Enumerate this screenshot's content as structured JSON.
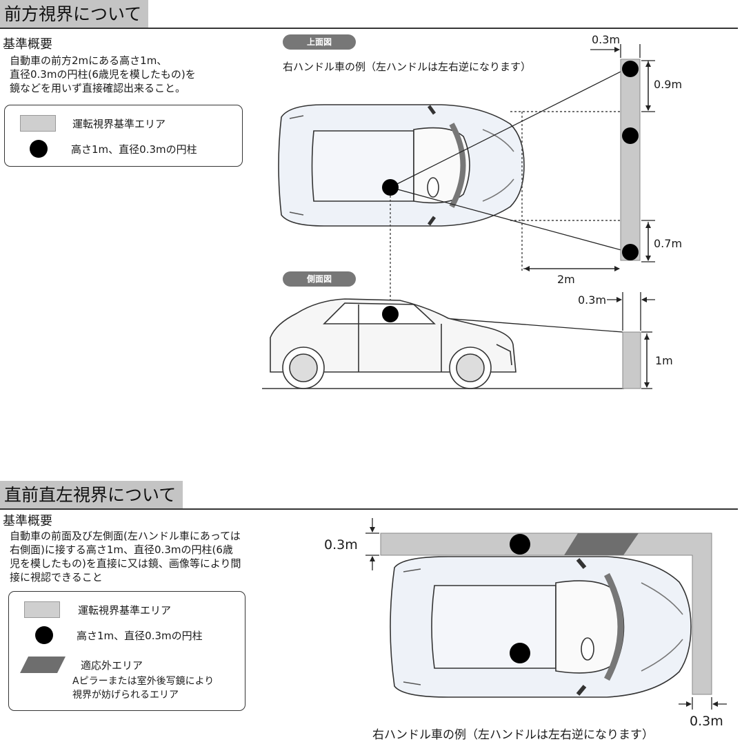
{
  "section1": {
    "title": "前方視界について",
    "subtitle": "基準概要",
    "description": "自動車の前方2mにある高さ1m、\n直径0.3mの円柱(6歳児を模したもの)を\n鏡などを用いず直接確認出来ること。",
    "legend": {
      "area_label": "運転視界基準エリア",
      "pole_label": "高さ1m、直径0.3mの円柱"
    },
    "top_view_badge": "上面図",
    "side_view_badge": "側面図",
    "caption": "右ハンドル車の例（左ハンドルは左右逆になります）",
    "dims": {
      "width_top": "0.3m",
      "upper_offset": "0.9m",
      "lower_offset": "0.7m",
      "distance": "2m",
      "width_side": "0.3m",
      "height": "1m"
    }
  },
  "section2": {
    "title": "直前直左視界について",
    "subtitle": "基準概要",
    "description": "自動車の前面及び左側面(左ハンドル車にあっては\n右側面)に接する高さ1m、直径0.3mの円柱(6歳\n児を模したもの)を直接に又は鏡、画像等により間\n接に視認できること",
    "legend": {
      "area_label": "運転視界基準エリア",
      "pole_label": "高さ1m、直径0.3mの円柱",
      "excluded_label": "適応外エリア",
      "excluded_note": "Aピラーまたは室外後写鏡により\n視界が妨げられるエリア"
    },
    "caption": "右ハンドル車の例（左ハンドルは左右逆になります）",
    "dims": {
      "left_width": "0.3m",
      "bottom_width": "0.3m"
    }
  },
  "colors": {
    "area": "#cfcfcf",
    "excluded": "#6e6e6e",
    "pole": "#000000",
    "badge": "#777777"
  }
}
